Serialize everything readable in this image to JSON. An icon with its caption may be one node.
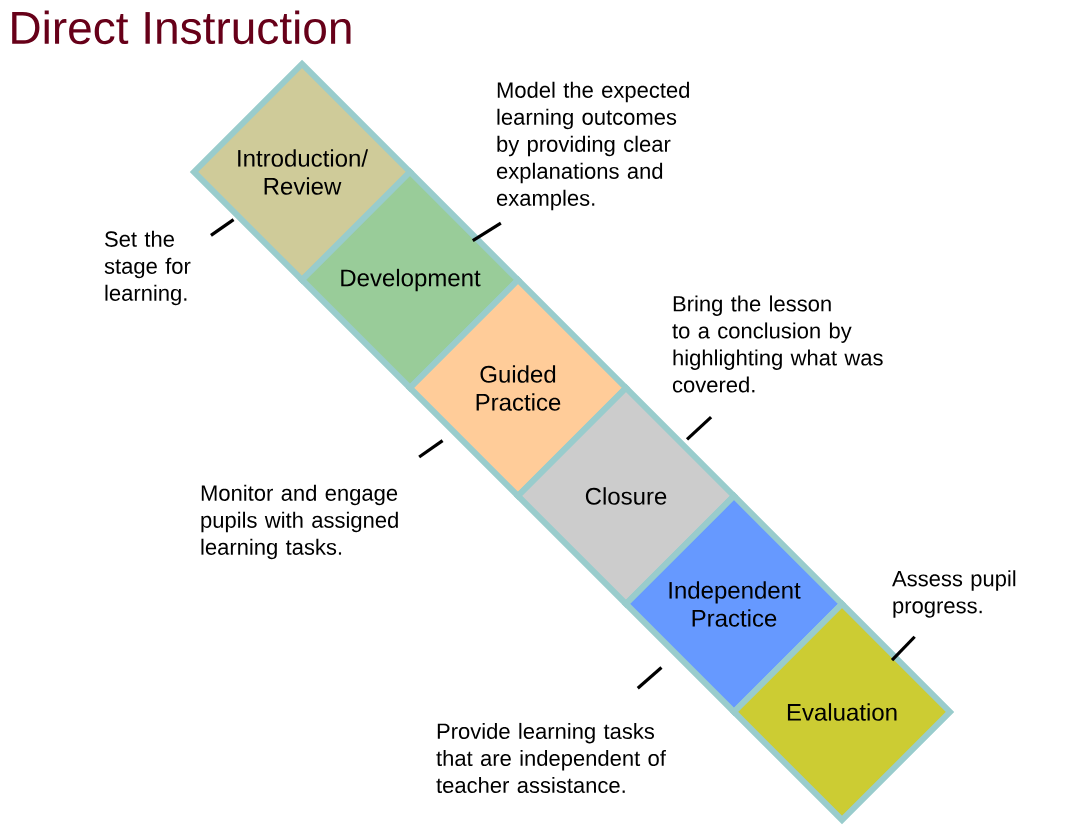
{
  "diagram": {
    "title": "Direct Instruction",
    "nodes": [
      {
        "text": [
          "Introduction/ Review"
        ]
      },
      {
        "text": [
          "Development"
        ]
      },
      {
        "text": [
          "Guided Practice"
        ]
      },
      {
        "text": [
          "Closure"
        ]
      },
      {
        "text": [
          "Independent Practice"
        ]
      },
      {
        "text": [
          "Evaluation"
        ]
      },
      {
        "text": [
          "Set the stage for learning."
        ]
      },
      {
        "text": [
          "Model the expected learning outcomes by providing clear explanations and examples."
        ]
      },
      {
        "text": [
          "Bring the lesson to a conclusion by highlighting what was covered."
        ]
      },
      {
        "text": [
          "Monitor and engage pupils with assigned learning tasks."
        ]
      },
      {
        "text": [
          "Assess pupil progress."
        ]
      },
      {
        "text": [
          "Provide learning tasks that are independent of teacher assistance."
        ]
      }
    ],
    "edges": [
      {
        "from": 6,
        "to": 0,
        "arrow": "none"
      },
      {
        "from": 7,
        "to": 1,
        "arrow": "none"
      },
      {
        "from": 9,
        "to": 2,
        "arrow": "none"
      },
      {
        "from": 8,
        "to": 3,
        "arrow": "none"
      },
      {
        "from": 11,
        "to": 4,
        "arrow": "none"
      },
      {
        "from": 10,
        "to": 5,
        "arrow": "none"
      }
    ]
  }
}
